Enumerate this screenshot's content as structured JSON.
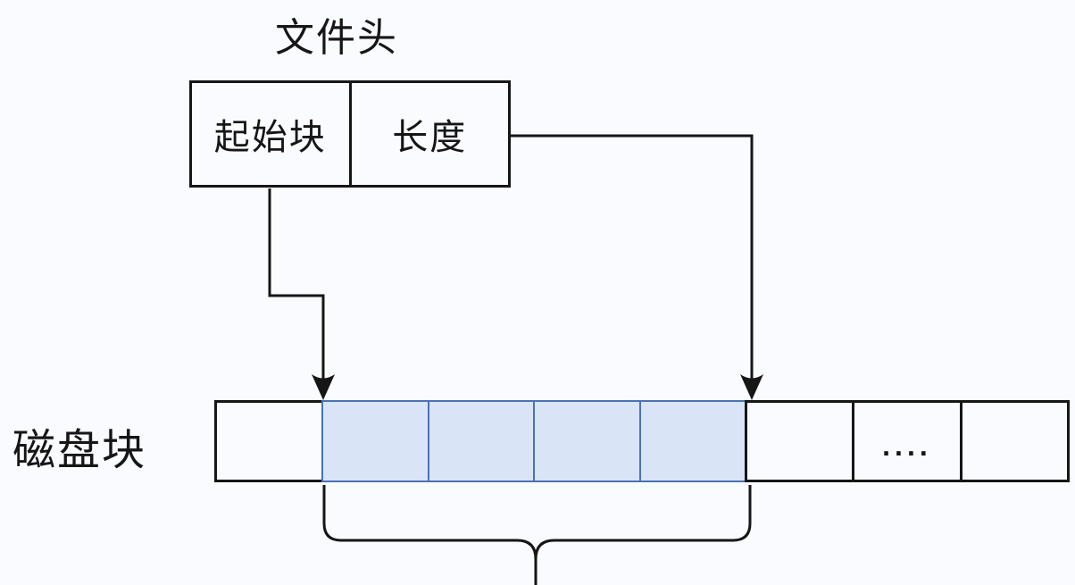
{
  "title": "文件头",
  "file_header": {
    "cells": [
      {
        "label": "起始块"
      },
      {
        "label": "长度"
      }
    ]
  },
  "disk_row": {
    "label": "磁盘块",
    "blocks": [
      {
        "state": "free",
        "label": ""
      },
      {
        "state": "allocated",
        "label": ""
      },
      {
        "state": "allocated",
        "label": ""
      },
      {
        "state": "allocated",
        "label": ""
      },
      {
        "state": "allocated",
        "label": ""
      },
      {
        "state": "free",
        "label": ""
      },
      {
        "state": "free",
        "label": "...."
      },
      {
        "state": "free",
        "label": ""
      }
    ]
  },
  "connectors": {
    "start_block_arrow": "from 起始块 cell down to first allocated disk block",
    "length_arrow": "from 长度 cell right and down to last allocated disk block",
    "brace": "groups the allocated blocks"
  },
  "colors": {
    "background": "#fafbfe",
    "line": "#161616",
    "allocated_fill": "#d9e4f7",
    "allocated_border": "#4a72b4"
  }
}
